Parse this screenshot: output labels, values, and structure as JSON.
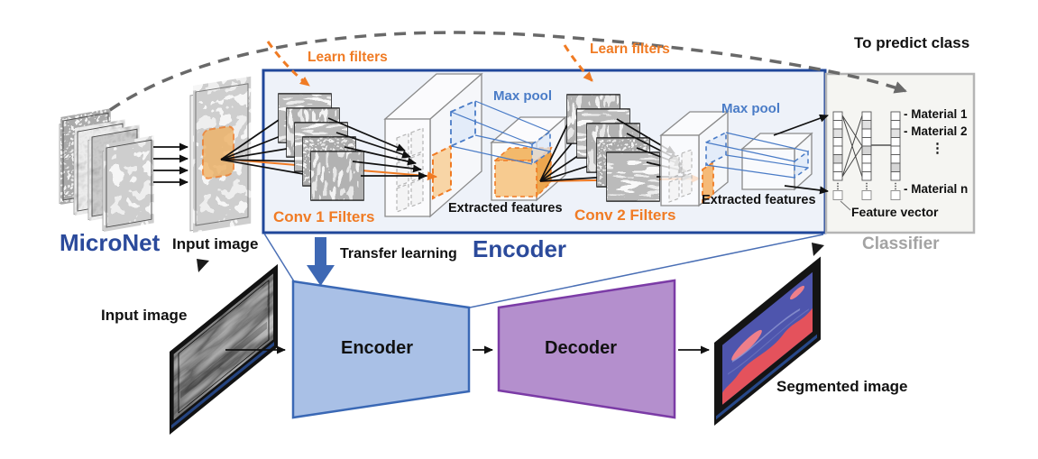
{
  "micronet": {
    "label": "MicroNet",
    "input_image_label": "Input image"
  },
  "encoder_box": {
    "label": "Encoder",
    "learn_filters_1": "Learn filters",
    "learn_filters_2": "Learn filters",
    "conv1_filters": "Conv 1 Filters",
    "conv2_filters": "Conv 2 Filters",
    "max_pool_1": "Max pool",
    "max_pool_2": "Max pool",
    "extracted_features_1": "Extracted features",
    "extracted_features_2": "Extracted features"
  },
  "classifier": {
    "label": "Classifier",
    "to_predict_class": "To predict class",
    "feature_vector": "Feature vector",
    "materials": [
      "- Material 1",
      "- Material 2",
      "⋮",
      "- Material n"
    ]
  },
  "segmentation": {
    "transfer_learning": "Transfer learning",
    "input_image_label": "Input image",
    "encoder": "Encoder",
    "decoder": "Decoder",
    "segmented_image_label": "Segmented image"
  },
  "colors": {
    "accent_navy": "#2b4a9b",
    "encoder_border": "#20479a",
    "orange": "#f07b24",
    "maxpool_blue": "#4a7cc7",
    "encoder_trapezoid_fill": "#a9c0e6",
    "encoder_trapezoid_stroke": "#3a68b5",
    "decoder_trapezoid_fill": "#b48fcd",
    "decoder_trapezoid_stroke": "#7b3ba6",
    "transfer_arrow": "#3e68b4",
    "classifier_gray": "#a3a3a3"
  }
}
